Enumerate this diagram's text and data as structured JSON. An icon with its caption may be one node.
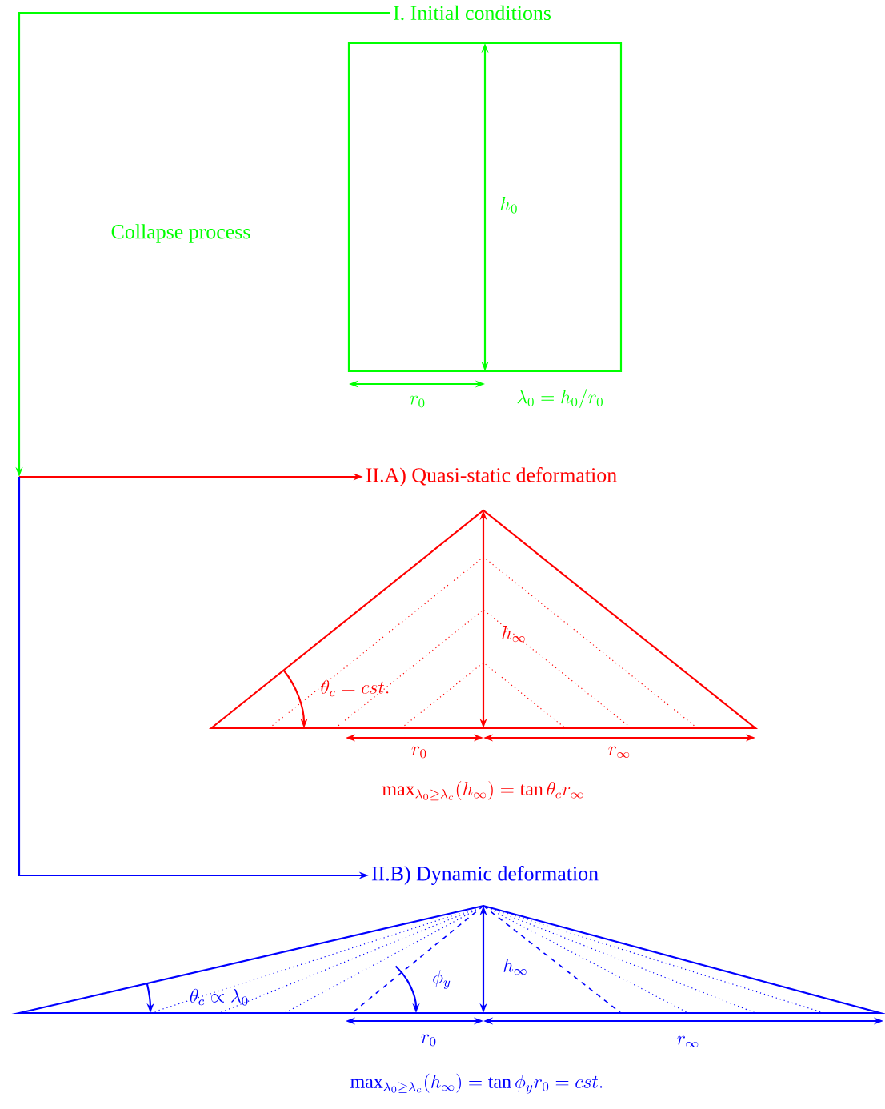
{
  "diagram": {
    "nodes": [
      {
        "text": [
          "I. Initial conditions"
        ]
      },
      {
        "text": [
          "II.A) Quasi-static deformation"
        ]
      },
      {
        "text": [
          "II.B) Dynamic deformation"
        ]
      }
    ],
    "edges": [
      {
        "from": 0,
        "to": null,
        "arrow": "to",
        "color": "#00ff00"
      },
      {
        "from": null,
        "to": 1,
        "arrow": "to",
        "color": "#ff0000"
      },
      {
        "from": null,
        "to": 2,
        "arrow": "to",
        "color": "#0000ff"
      }
    ],
    "labels": [
      "Collapse process",
      "h_0",
      "r_0",
      "\\lambda_0 = h_0/r_0",
      "\\theta_c = cst.",
      "h_\\infty",
      "r_0",
      "r_\\infty",
      "\\max_{\\lambda_0\\geq\\lambda_c}(h_\\infty) = \\tan\\theta_c r_\\infty",
      "\\theta_c \\propto \\lambda_0",
      "\\phi_y",
      "h_\\infty",
      "r_0",
      "r_\\infty",
      "\\max_{\\lambda_0\\geq\\lambda_c}(h_\\infty) = \\tan\\phi_y r_0 = cst."
    ]
  }
}
